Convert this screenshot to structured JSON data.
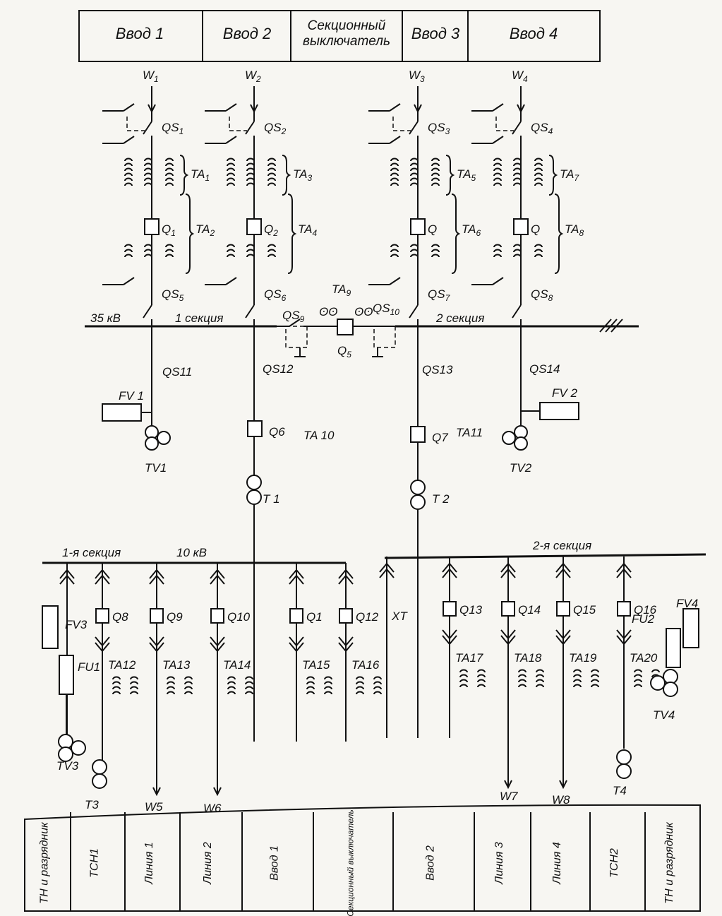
{
  "top_table": {
    "cells": [
      "Ввод 1",
      "Ввод 2",
      "Секционный выключатель",
      "Ввод 3",
      "Ввод 4"
    ]
  },
  "hv": {
    "voltage": "35 кВ",
    "section1": "1 секция",
    "section2": "2 секция"
  },
  "lv": {
    "voltage": "10 кВ",
    "section1": "1-я секция",
    "section2": "2-я секция"
  },
  "incomers": [
    {
      "w": "W",
      "w_sub": "1",
      "qs_top": "QS",
      "qs_top_sub": "1",
      "ta_a": "TA",
      "ta_a_sub": "1",
      "q": "Q",
      "q_sub": "1",
      "ta_b": "TA",
      "ta_b_sub": "2",
      "qs_bot": "QS",
      "qs_bot_sub": "5"
    },
    {
      "w": "W",
      "w_sub": "2",
      "qs_top": "QS",
      "qs_top_sub": "2",
      "ta_a": "TA",
      "ta_a_sub": "3",
      "q": "Q",
      "q_sub": "2",
      "ta_b": "TA",
      "ta_b_sub": "4",
      "qs_bot": "QS",
      "qs_bot_sub": "6"
    },
    {
      "w": "W",
      "w_sub": "3",
      "qs_top": "QS",
      "qs_top_sub": "3",
      "ta_a": "TA",
      "ta_a_sub": "5",
      "q": "Q",
      "q_sub": "",
      "ta_b": "TA",
      "ta_b_sub": "6",
      "qs_bot": "QS",
      "qs_bot_sub": "7"
    },
    {
      "w": "W",
      "w_sub": "4",
      "qs_top": "QS",
      "qs_top_sub": "4",
      "ta_a": "TA",
      "ta_a_sub": "7",
      "q": "Q",
      "q_sub": "",
      "ta_b": "TA",
      "ta_b_sub": "8",
      "qs_bot": "QS",
      "qs_bot_sub": "8"
    }
  ],
  "sectional_hv": {
    "qs_left": "QS",
    "qs_left_sub": "9",
    "qs_right": "QS",
    "qs_right_sub": "10",
    "ta": "TA",
    "ta_sub": "9",
    "q": "Q",
    "q_sub": "5"
  },
  "hv_feeders": {
    "qs11": "QS11",
    "qs12": "QS12",
    "qs13": "QS13",
    "qs14": "QS14",
    "fv1": "FV 1",
    "fv2": "FV 2",
    "tv1": "TV1",
    "tv2": "TV2",
    "q6": "Q6",
    "q7": "Q7",
    "ta10": "TA 10",
    "ta11": "TA11",
    "t1": "T 1",
    "t2": "T 2"
  },
  "lv_cells": {
    "q8": "Q8",
    "q9": "Q9",
    "q10": "Q10",
    "q1": "Q1",
    "q12": "Q12",
    "xt": "XT",
    "q13": "Q13",
    "q14": "Q14",
    "q15": "Q15",
    "q16": "Q16",
    "fv3": "FV3",
    "fu1": "FU1",
    "fu2": "FU2",
    "fv4": "FV4",
    "ta12": "TA12",
    "ta13": "TA13",
    "ta14": "TA14",
    "ta15": "TA15",
    "ta16": "TA16",
    "ta17": "TA17",
    "ta18": "TA18",
    "ta19": "TA19",
    "ta20": "TA20",
    "tv3": "TV3",
    "tv4": "TV4",
    "t3": "T3",
    "t4": "T4",
    "w5": "W5",
    "w6": "W6",
    "w7": "W7",
    "w8": "W8"
  },
  "bottom_table": {
    "cells": [
      "ТН и разрядник",
      "ТСН1",
      "Линия 1",
      "Линия 2",
      "Ввод 1",
      "Секционный выключатель",
      "Ввод 2",
      "Линия 3",
      "Линия 4",
      "ТСН2",
      "ТН и разрядник"
    ]
  }
}
